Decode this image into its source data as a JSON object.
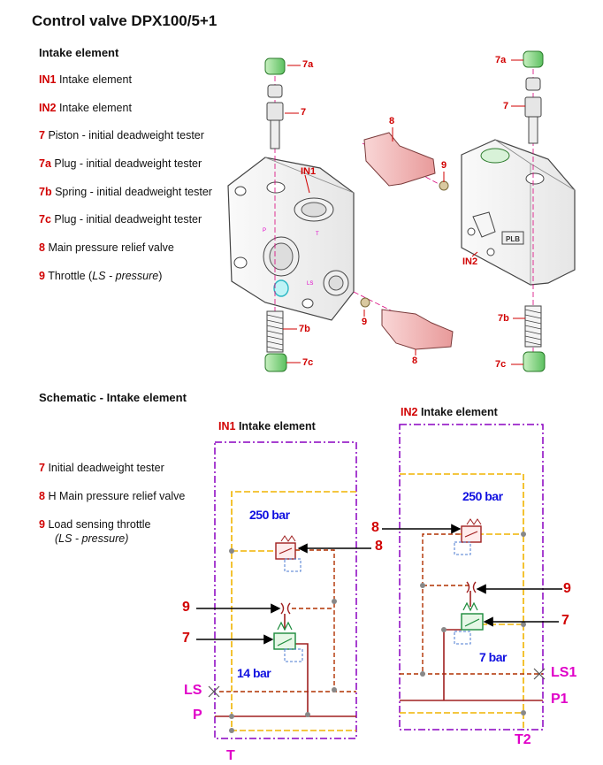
{
  "title": "Control valve DPX100/5+1",
  "intake_section": {
    "heading": "Intake element",
    "legend": [
      {
        "key": "IN1",
        "text": "Intake element"
      },
      {
        "key": "IN2",
        "text": "Intake element"
      },
      {
        "key": "7",
        "text": "Piston - initial deadweight tester"
      },
      {
        "key": "7a",
        "text": "Plug - initial deadweight tester"
      },
      {
        "key": "7b",
        "text": "Spring - initial deadweight tester"
      },
      {
        "key": "7c",
        "text": "Plug - initial deadweight tester"
      },
      {
        "key": "8",
        "text": "Main pressure relief valve"
      },
      {
        "key": "9",
        "text": "Throttle (",
        "italic": "LS - pressure",
        "tail": ")"
      }
    ]
  },
  "drawing_labels": {
    "l_7a": "7a",
    "l_7": "7",
    "l_IN1": "IN1",
    "l_7b": "7b",
    "l_7c": "7c",
    "l_8_top": "8",
    "l_9_top": "9",
    "l_9_bot": "9",
    "l_8_bot": "8",
    "r_7a": "7a",
    "r_7": "7",
    "r_IN2": "IN2",
    "r_7b": "7b",
    "r_7c": "7c",
    "part_mark": "PLB"
  },
  "schematic_section": {
    "heading": "Schematic - Intake element",
    "legend": [
      {
        "key": "7",
        "text": "Initial deadweight tester"
      },
      {
        "key": "8",
        "text": "H Main pressure relief valve"
      },
      {
        "key": "9",
        "text": "Load sensing throttle",
        "line2": "(LS - pressure)"
      }
    ],
    "in1": {
      "key": "IN1",
      "name": "Intake element",
      "pressure_relief": "250 bar",
      "tester": "14 bar"
    },
    "in2": {
      "key": "IN2",
      "name": "Intake element",
      "pressure_relief": "250 bar",
      "tester": "7 bar"
    },
    "callouts": {
      "left_9": "9",
      "left_7": "7",
      "mid_8a": "8",
      "mid_8b": "8",
      "right_9": "9",
      "right_7": "7"
    },
    "ports": {
      "LS": "LS",
      "P": "P",
      "T": "T",
      "LS1": "LS1",
      "P1": "P1",
      "T2": "T2"
    }
  },
  "colors": {
    "red": "#d10000",
    "magenta": "#e000c8",
    "blue": "#1010e0",
    "purple": "#8a00c0",
    "orange": "#f0b400",
    "darkred": "#a02020",
    "green": "#1a8a3a"
  }
}
